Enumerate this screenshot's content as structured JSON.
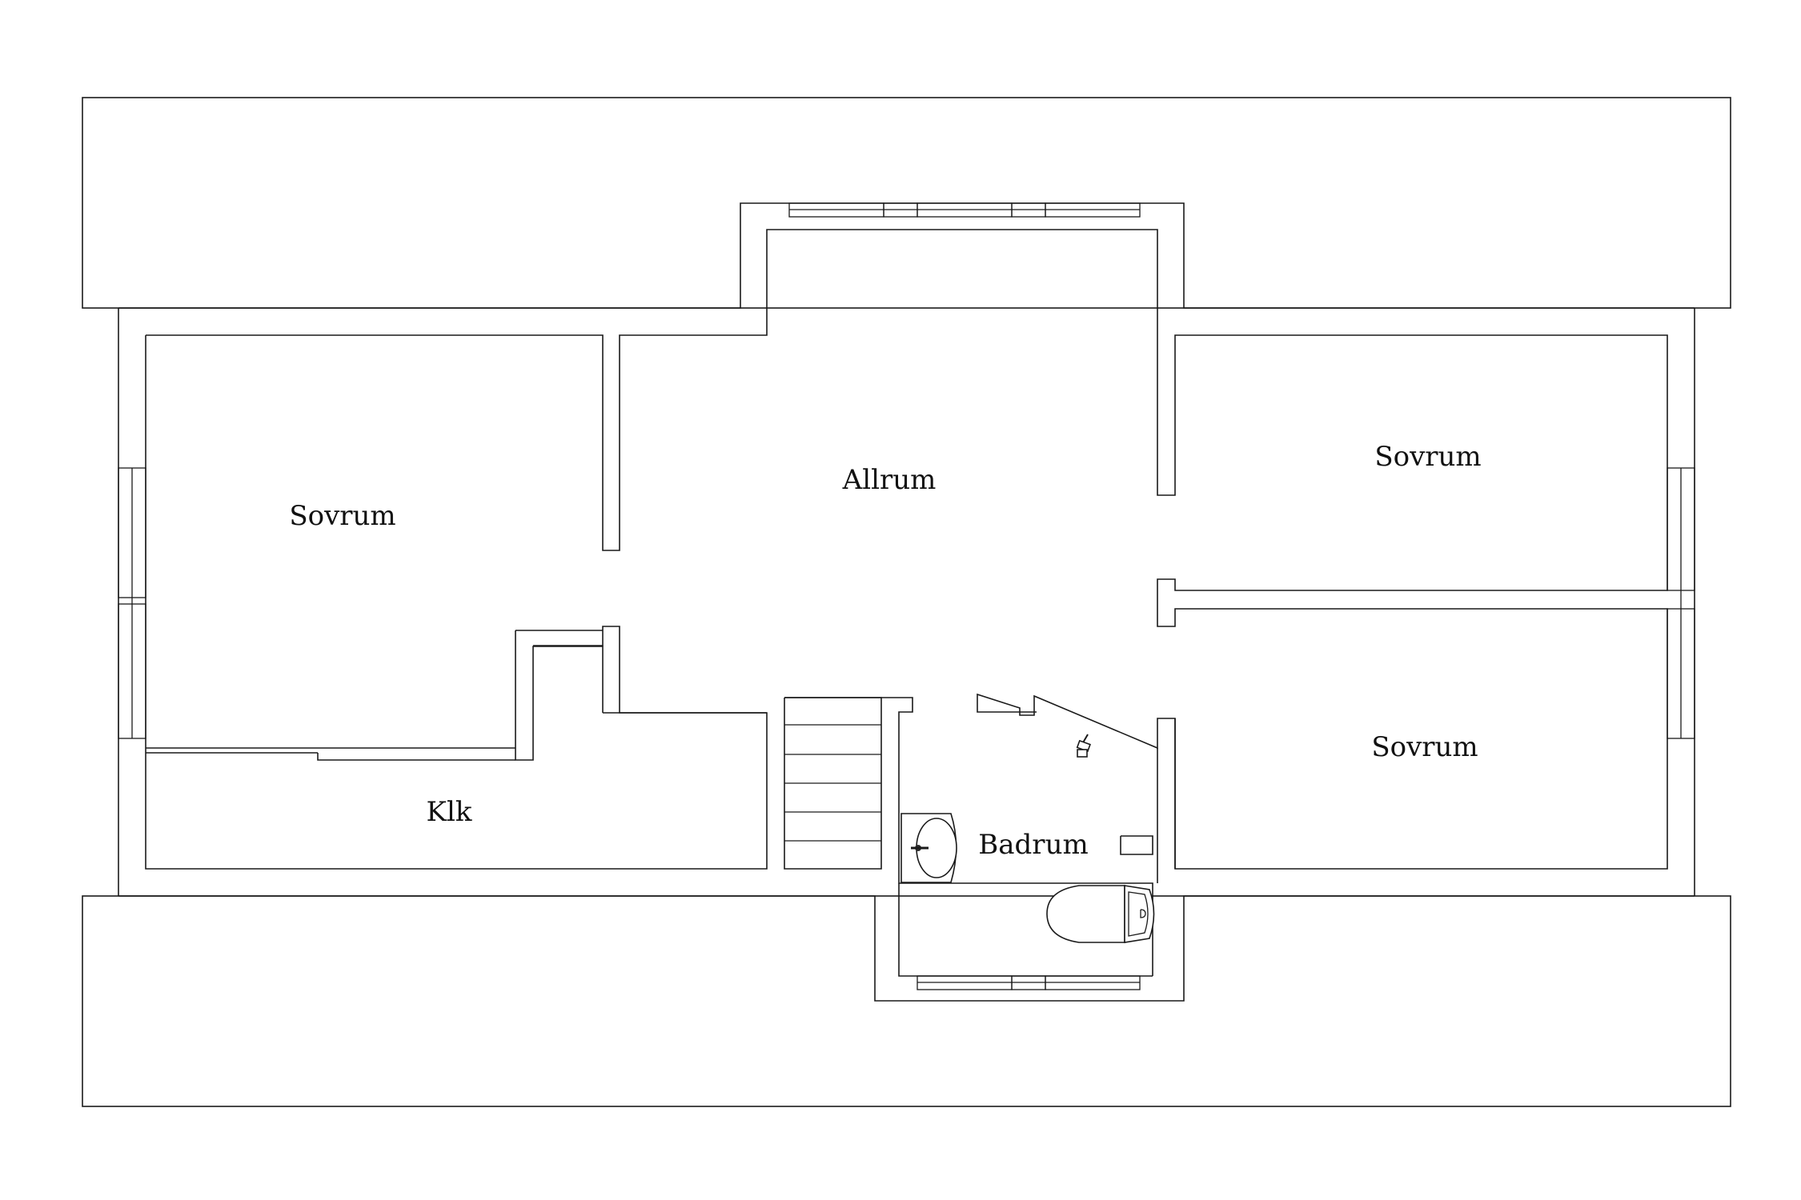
{
  "rooms": {
    "sovrum_west": "Sovrum",
    "allrum": "Allrum",
    "sovrum_northeast": "Sovrum",
    "sovrum_southeast": "Sovrum",
    "klk": "Klk",
    "badrum": "Badrum"
  },
  "colors": {
    "line": "#1a1a1a",
    "background": "#ffffff"
  }
}
